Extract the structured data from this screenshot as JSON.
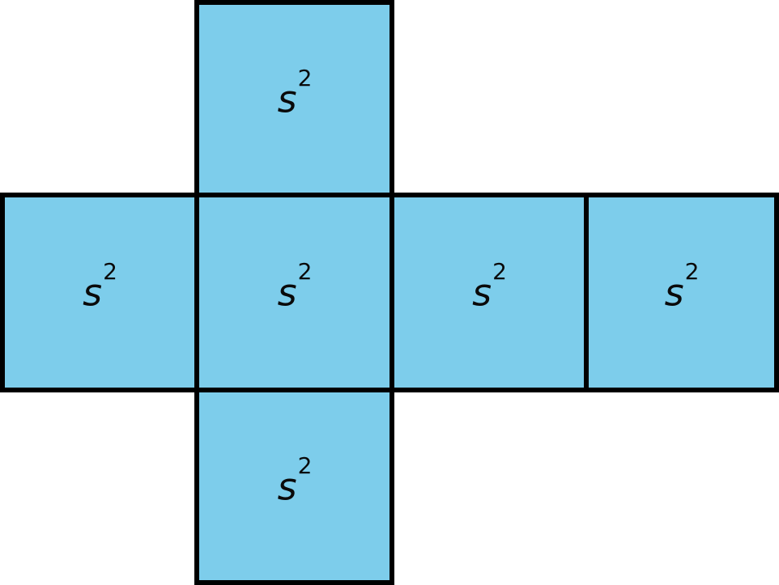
{
  "figure": {
    "type": "cube-net-diagram",
    "colors": {
      "face_fill": "#7dcdeb",
      "stroke": "#000000",
      "label": "#0a0a0a",
      "background": "#ffffff"
    },
    "faces": [
      {
        "position": "top",
        "label_base": "s",
        "label_exponent": "2"
      },
      {
        "position": "middle-1",
        "label_base": "s",
        "label_exponent": "2"
      },
      {
        "position": "middle-2",
        "label_base": "s",
        "label_exponent": "2"
      },
      {
        "position": "middle-3",
        "label_base": "s",
        "label_exponent": "2"
      },
      {
        "position": "middle-4",
        "label_base": "s",
        "label_exponent": "2"
      },
      {
        "position": "bottom",
        "label_base": "s",
        "label_exponent": "2"
      }
    ]
  }
}
